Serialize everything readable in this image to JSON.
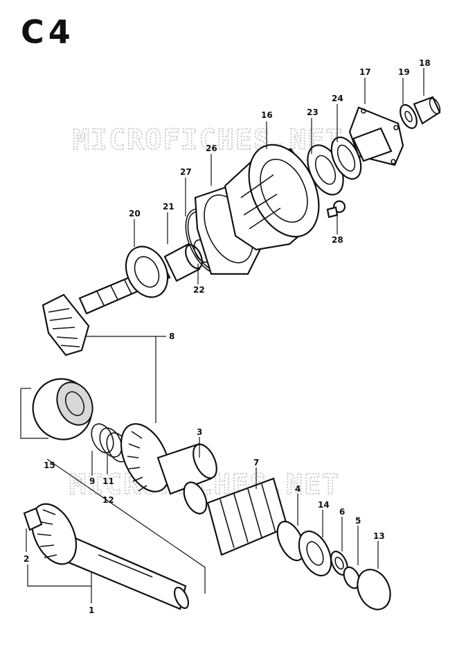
{
  "page_code": "C4",
  "watermarks": [
    "MICROFICHES.NET",
    "MICROFICHES.NET"
  ],
  "callouts": {
    "n1": "1",
    "n2": "2",
    "n3": "3",
    "n4": "4",
    "n5": "5",
    "n6": "6",
    "n7": "7",
    "n8": "8",
    "n9": "9",
    "n11": "11",
    "n12": "12",
    "n13": "13",
    "n14": "14",
    "n15": "15",
    "n16": "16",
    "n17": "17",
    "n18": "18",
    "n19": "19",
    "n20": "20",
    "n21": "21",
    "n22": "22",
    "n23": "23",
    "n24": "24",
    "n26": "26",
    "n27": "27",
    "n28": "28"
  }
}
